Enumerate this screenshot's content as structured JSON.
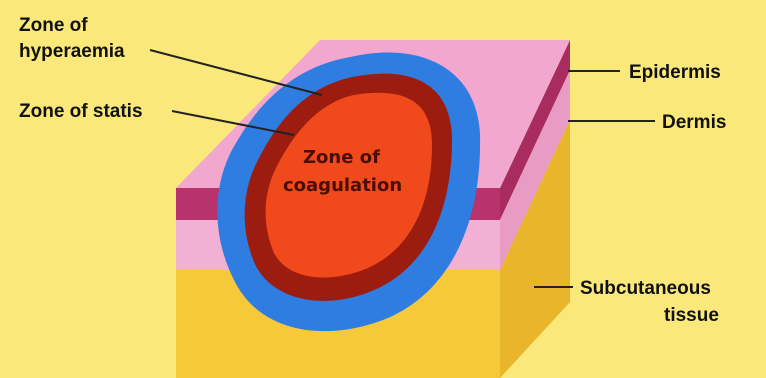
{
  "labels": {
    "zone_hyperaemia_line1": "Zone of",
    "zone_hyperaemia_line2": "hyperaemia",
    "zone_stasis": "Zone of statis",
    "zone_coagulation_line1": "Zone of",
    "zone_coagulation_line2": "coagulation",
    "epidermis": "Epidermis",
    "dermis": "Dermis",
    "subcutaneous_line1": "Subcutaneous",
    "subcutaneous_line2": "tissue"
  },
  "colors": {
    "background": "#fbe87a",
    "top_surface": "#f2a7cf",
    "epidermis": "#b8336b",
    "dermis": "#f2b0d4",
    "subcutaneous": "#f6c93a",
    "hyperaemia_zone": "#2f7de0",
    "stasis_zone": "#9c1d10",
    "coagulation_zone": "#f04a1c",
    "leader_lines": "#222222"
  }
}
